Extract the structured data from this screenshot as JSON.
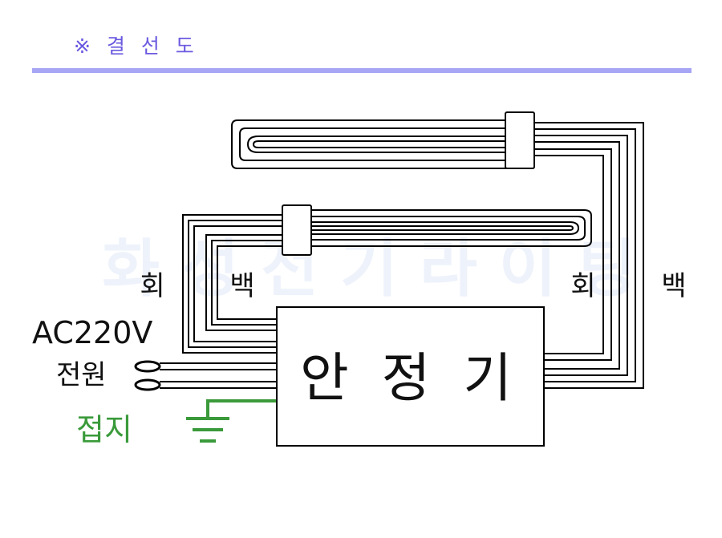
{
  "header": {
    "title": "※ 결 선 도"
  },
  "watermark": {
    "text": "화 성 전 기 라 이 팅"
  },
  "diagram": {
    "ballast_label": "안 정 기",
    "wire_left_gray": "회",
    "wire_left_white": "백",
    "wire_right_gray": "회",
    "wire_right_white": "백",
    "power_label": "AC220V",
    "power_sub_label": "전원",
    "ground_label": "접지"
  },
  "colors": {
    "title": "#6a5ae0",
    "rule": "#a6a6f5",
    "ground": "#3a9a3a",
    "watermark": "#eef2fb",
    "line": "#000000"
  }
}
